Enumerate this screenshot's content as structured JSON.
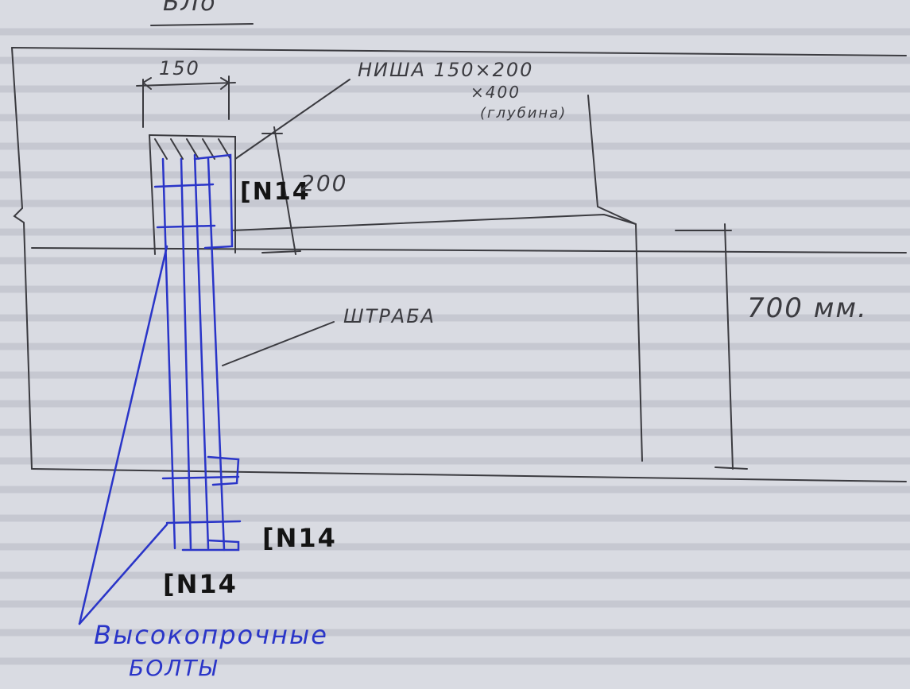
{
  "sketch": {
    "top_label": "БЛо",
    "dim_width": "150",
    "niche_label_line1": "НИША 150×200",
    "niche_label_line2": "×400",
    "niche_label_line3": "(глубина)",
    "channel_top": "[N14",
    "channel_top_dim": "200",
    "groove_label": "ШТРАБА",
    "height_dim": "700 мм.",
    "channel_mid": "[N14",
    "channel_bottom": "[N14",
    "bolts_line1": "Высокопрочные",
    "bolts_line2": "БОЛТЫ"
  },
  "colors": {
    "paper": "#d9dbe2",
    "pencil": "#3b3b40",
    "ink": "#2a35c8",
    "marker": "#141414"
  }
}
